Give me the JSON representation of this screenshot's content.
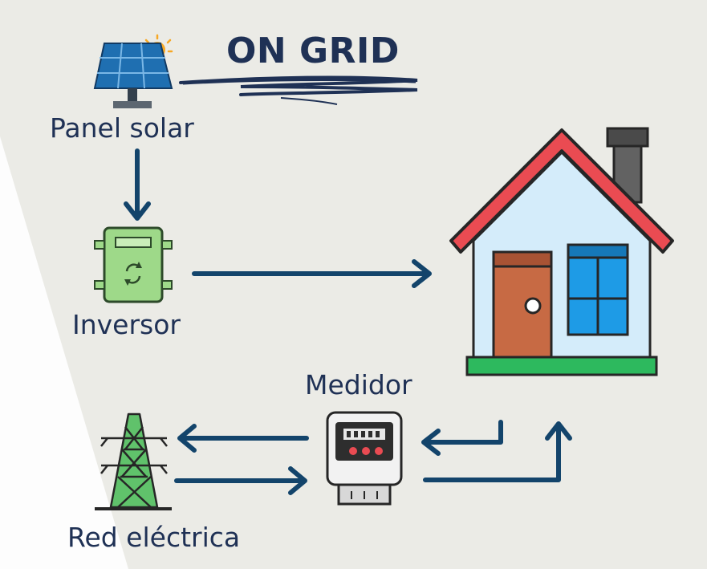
{
  "title": "ON GRID",
  "labels": {
    "panel": "Panel solar",
    "inverter": "Inversor",
    "meter": "Medidor",
    "grid": "Red eléctrica"
  },
  "colors": {
    "navy": "#1f3155",
    "arrow": "#13446b",
    "roof": "#ea4b52",
    "wall": "#d4ecfa",
    "door": "#c76a44",
    "window": "#1e9be6",
    "ground": "#2db95e",
    "tower": "#60c26b",
    "inverter": "#9ed989"
  }
}
